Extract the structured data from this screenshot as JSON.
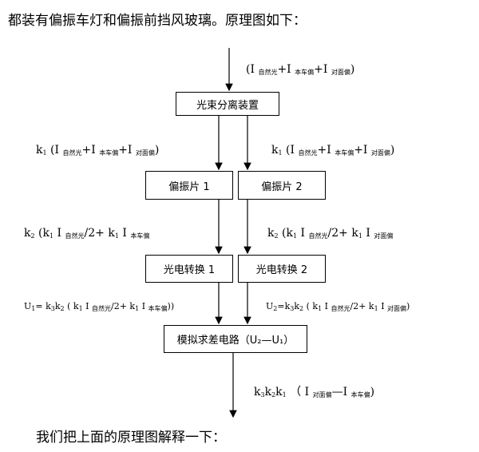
{
  "intro_text": "都装有偏振车灯和偏振前挡风玻璃。原理图如下：",
  "outro_text": "我们把上面的原理图解释一下：",
  "boxes": {
    "splitter": "光束分离装置",
    "polarizer1": "偏振片 1",
    "polarizer2": "偏振片 2",
    "converter1": "光电转换 1",
    "converter2": "光电转换 2",
    "subtractor": "模拟求差电路（U₂—U₁）"
  },
  "labels": {
    "input": {
      "open": "(I ",
      "s1": "自然光",
      "p1": "+I ",
      "s2": "本车偏",
      "p2": "+I ",
      "s3": "对面偏",
      "close": ")"
    },
    "branch_left": {
      "pre": "k",
      "k": "1",
      "open": " (I ",
      "s1": "自然光",
      "p1": "+I ",
      "s2": "本车偏",
      "p2": "+I ",
      "s3": "对面偏",
      "close": ")"
    },
    "branch_right": {
      "pre": "k",
      "k": "1",
      "open": " (I ",
      "s1": "自然光",
      "p1": "+I ",
      "s2": "本车偏",
      "p2": "+I ",
      "s3": "对面偏",
      "close": ")"
    },
    "left_after_pol": {
      "pre": "k",
      "k": "2",
      "mid": " (k",
      "k1": "1",
      "a": " I ",
      "s1": "自然光",
      "b": "/2+ k",
      "k1b": "1",
      "c": " I ",
      "s2": "本车偏"
    },
    "right_after_pol": {
      "pre": "k",
      "k": "2",
      "mid": " (k",
      "k1": "1",
      "a": " I ",
      "s1": "自然光",
      "b": "/2+ k",
      "k1b": "1",
      "c": " I ",
      "s2": "对面偏"
    },
    "u1": {
      "u": "U",
      "n": "1",
      "eq": "= k",
      "k3": "3",
      "k": "k",
      "k2": "2",
      "a": " ( k",
      "k1": "1",
      "b": " I ",
      "s1": "自然光",
      "c": "/2+ k",
      "k1b": "1",
      "d": " I ",
      "s2": "本车偏",
      "close": "))"
    },
    "u2": {
      "u": "U",
      "n": "2",
      "eq": "=k",
      "k3": "3",
      "k": "k",
      "k2": "2",
      "a": " ( k",
      "k1": "1",
      "b": " I ",
      "s1": "自然光",
      "c": "/2+ k",
      "k1b": "1",
      "d": " I ",
      "s2": "对面偏",
      "close": ")"
    },
    "output": {
      "k": "k",
      "k3": "3",
      "kk": "k",
      "k2": "2",
      "kkk": "k",
      "k1": "1",
      "a": " （ I ",
      "s1": "对面偏",
      "b": "—I ",
      "s2": "本车偏",
      "close": ")"
    }
  }
}
